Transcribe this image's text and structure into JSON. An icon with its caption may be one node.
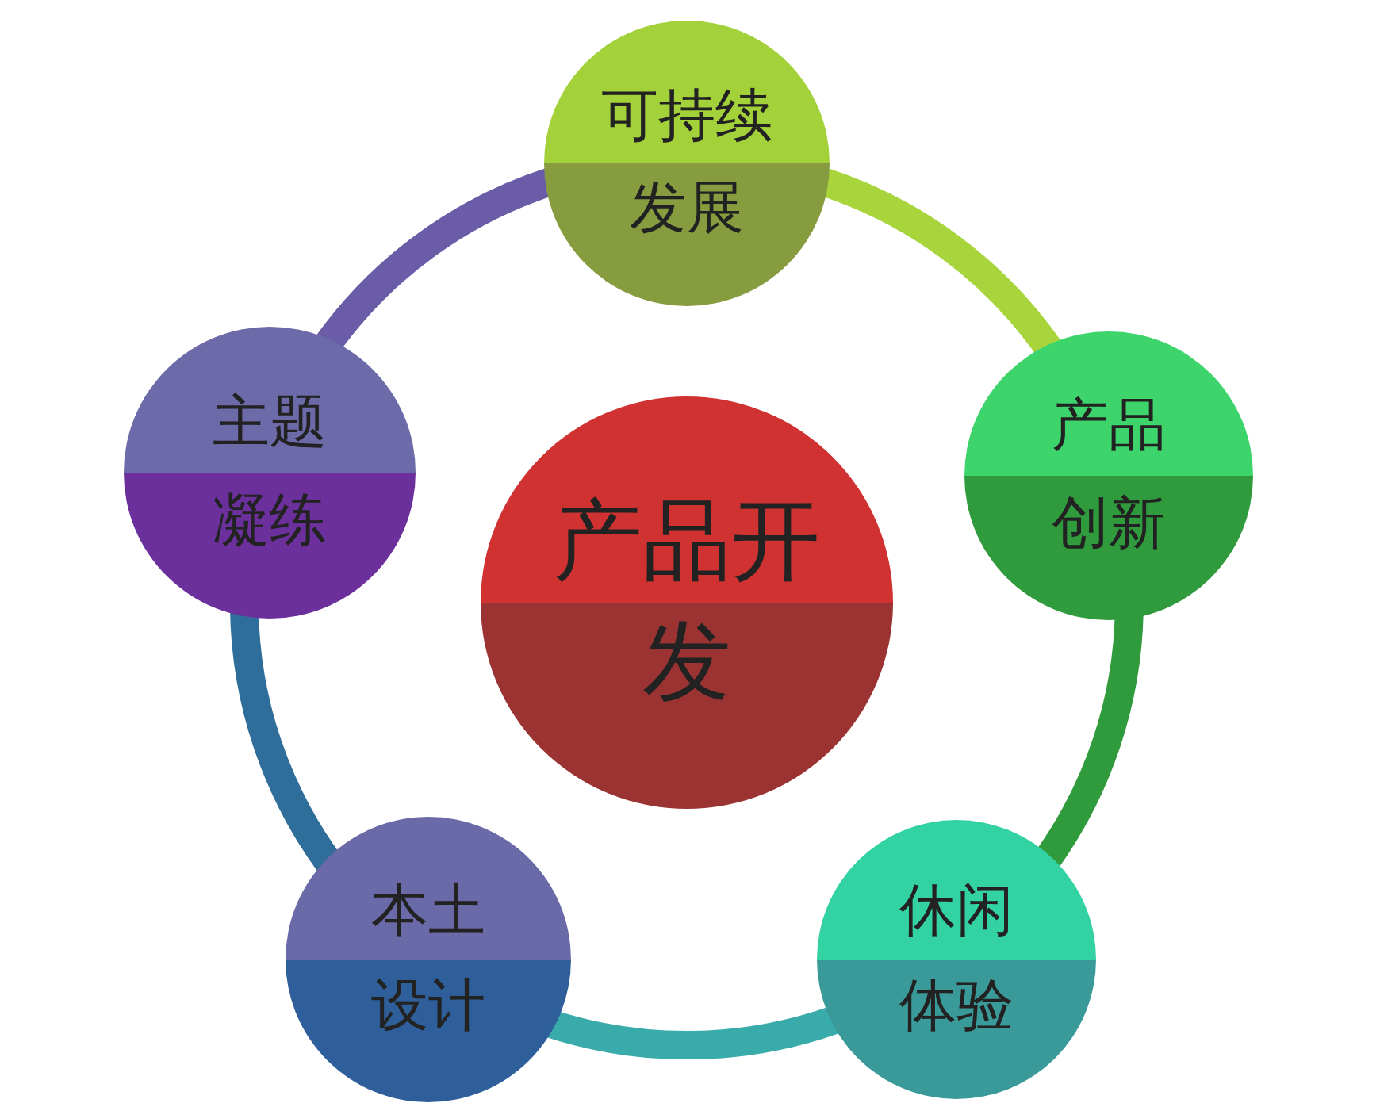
{
  "diagram": {
    "nodes": [
      {
        "text": [
          "可持续发展"
        ]
      },
      {
        "text": [
          "主题凝练"
        ]
      },
      {
        "text": [
          "产品开发"
        ]
      },
      {
        "text": [
          "产品创新"
        ]
      },
      {
        "text": [
          "本土设计"
        ]
      },
      {
        "text": [
          "休闲体验"
        ]
      }
    ],
    "edges": [
      {
        "from": 0,
        "to": 3,
        "arrow": "none",
        "color": "#a8d43c"
      },
      {
        "from": 3,
        "to": 5,
        "arrow": "none",
        "color": "#2f9b3c"
      },
      {
        "from": 5,
        "to": 4,
        "arrow": "none",
        "color": "#3aabab"
      },
      {
        "from": 4,
        "to": 1,
        "arrow": "none",
        "color": "#2f6d9a"
      },
      {
        "from": 1,
        "to": 0,
        "arrow": "none",
        "color": "#6a5ca6"
      }
    ]
  }
}
